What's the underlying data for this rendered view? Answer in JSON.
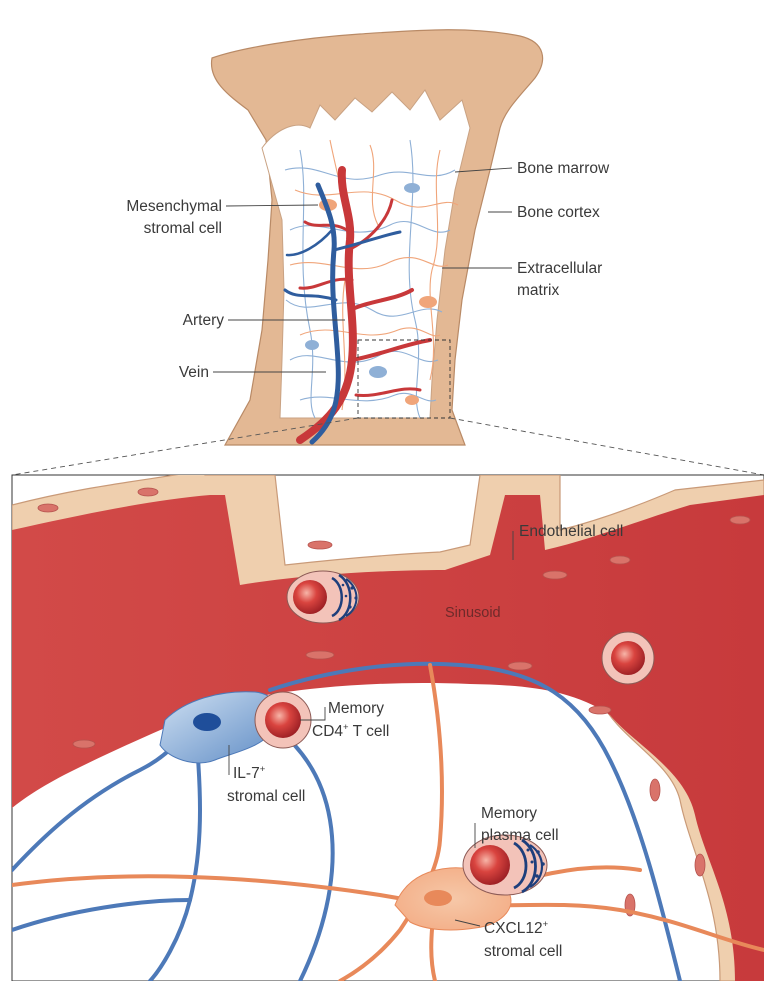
{
  "labels": {
    "bone_marrow": "Bone marrow",
    "bone_cortex": "Bone cortex",
    "extracellular_matrix_1": "Extracellular",
    "extracellular_matrix_2": "matrix",
    "mesenchymal_1": "Mesenchymal",
    "mesenchymal_2": "stromal cell",
    "artery": "Artery",
    "vein": "Vein",
    "endothelial_cell": "Endothelial cell",
    "sinusoid": "Sinusoid",
    "memory_cd4_1": "Memory",
    "memory_cd4_2a": "CD4",
    "memory_cd4_2sup": "+",
    "memory_cd4_2b": " T cell",
    "il7_1a": "IL-7",
    "il7_1sup": "+",
    "il7_2": "stromal cell",
    "plasma_1": "Memory",
    "plasma_2": "plasma cell",
    "cxcl12_1a": "CXCL12",
    "cxcl12_1sup": "+",
    "cxcl12_2": "stromal cell"
  },
  "colors": {
    "bone": "#e3b894",
    "bone_edge": "#b98a66",
    "artery": "#c8383a",
    "vein": "#2f5d9e",
    "sinusoid": "#d24a48",
    "endothelium": "#efcfae",
    "blue_stroma": "#4d79b8",
    "orange_stroma": "#e8895a",
    "plasma_nucleus": "#c23b3b",
    "background": "#ffffff"
  }
}
